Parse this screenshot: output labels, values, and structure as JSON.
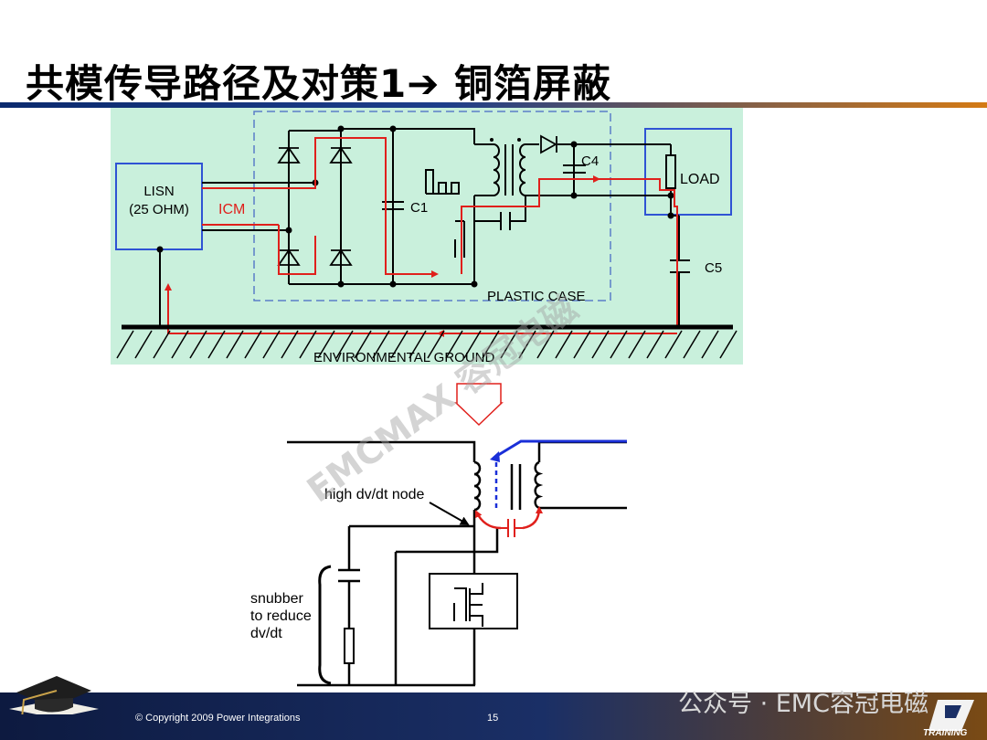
{
  "slide": {
    "title": "共模传导路径及对策1➔ 铜箔屏蔽",
    "page_number": "15",
    "copyright": "© Copyright 2009 Power Integrations",
    "brand_label": "TRAINING",
    "wechat_text": "公众号 · EMC容冠电磁",
    "watermark": "EMCMAX 容冠电磁"
  },
  "top_diagram": {
    "lisn_label_1": "LISN",
    "lisn_label_2": "(25 OHM)",
    "icm_label": "ICM",
    "c1_label": "C1",
    "c4_label": "C4",
    "c5_label": "C5",
    "load_label": "LOAD",
    "plastic_case_label": "PLASTIC CASE",
    "ground_label": "ENVIRONMENTAL GROUND"
  },
  "bottom_diagram": {
    "node_label": "high dv/dt node",
    "snubber_line1": "snubber",
    "snubber_line2": "to reduce",
    "snubber_line3": "dv/dt"
  },
  "colors": {
    "diagram_bg": "#c9f0dc",
    "current_path": "#e0201c",
    "shield": "#1a2fd8",
    "case_outline": "#5a7ec8",
    "box_blue": "#2f53d4"
  }
}
